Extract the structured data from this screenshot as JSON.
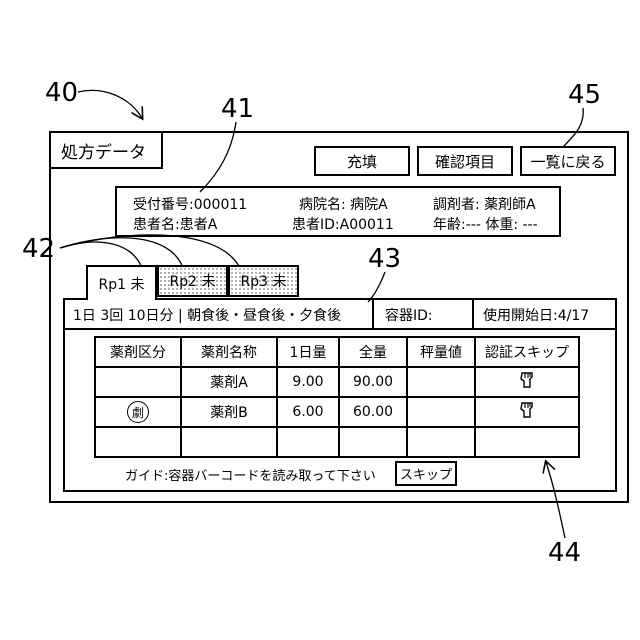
{
  "refs": {
    "r40": "40",
    "r41": "41",
    "r42": "42",
    "r43": "43",
    "r44": "44",
    "r45": "45"
  },
  "screen": {
    "title": "処方データ",
    "buttons": {
      "fill": "充填",
      "confirm": "確認項目",
      "back": "一覧に戻る"
    }
  },
  "info": {
    "receipt": "受付番号:000011",
    "hospital": "病院名: 病院A",
    "pharmacist": "調剤者: 薬剤師A",
    "patient": "患者名:患者A",
    "patient_id": "患者ID:A00011",
    "age_weight": "年齢:---  体重: ---"
  },
  "tabs": [
    {
      "label": "Rp1 未"
    },
    {
      "label": "Rp2 未"
    },
    {
      "label": "Rp3 未"
    }
  ],
  "schedule": {
    "dosage": "1日 3回 10日分 | 朝食後・昼食後・夕食後",
    "container": "容器ID:",
    "start": "使用開始日:4/17"
  },
  "table": {
    "headers": [
      "薬剤区分",
      "薬剤名称",
      "1日量",
      "全量",
      "秤量値",
      "認証スキップ"
    ],
    "rows": [
      {
        "category": "",
        "name": "薬剤A",
        "daily": "9.00",
        "total": "90.00",
        "weighed": "",
        "skip": "skip-hand-icon"
      },
      {
        "category": "劇",
        "name": "薬剤B",
        "daily": "6.00",
        "total": "60.00",
        "weighed": "",
        "skip": "skip-hand-icon"
      },
      {
        "category": "",
        "name": "",
        "daily": "",
        "total": "",
        "weighed": "",
        "skip": ""
      }
    ]
  },
  "guide": {
    "text": "ガイド:容器バーコードを読み取って下さい",
    "skip_button": "スキップ"
  }
}
